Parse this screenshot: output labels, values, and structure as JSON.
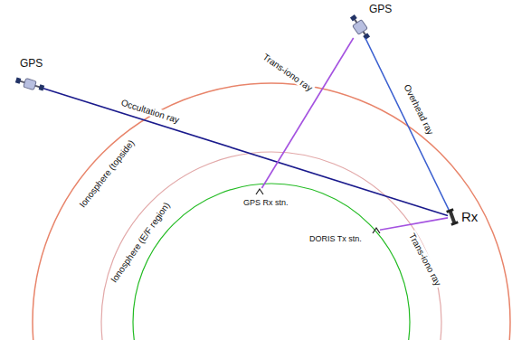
{
  "diagram": {
    "nodes": [
      {
        "text": [
          "GPS"
        ]
      },
      {
        "text": [
          "GPS"
        ]
      },
      {
        "text": [
          "Rx"
        ]
      },
      {
        "text": [
          "GPS Rx stn."
        ]
      },
      {
        "text": [
          "DORIS Tx stn."
        ]
      }
    ],
    "edges": [
      {
        "from": 1,
        "to": 2,
        "label": "Occultation ray",
        "arrow": "none"
      },
      {
        "from": 0,
        "to": 2,
        "label": "Overhead ray",
        "arrow": "none"
      },
      {
        "from": 0,
        "to": 3,
        "label": "Trans-iono ray",
        "arrow": "none"
      },
      {
        "from": 4,
        "to": 2,
        "label": "Trans-iono ray",
        "arrow": "none"
      }
    ],
    "labels": [
      "Ionosphere (topside)",
      "Ionosphere (E/F region)"
    ]
  }
}
